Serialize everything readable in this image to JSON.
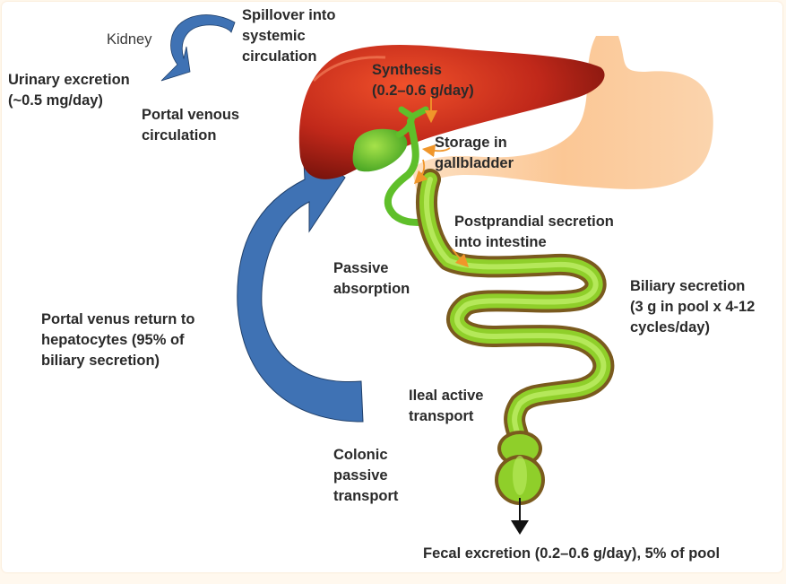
{
  "figure": {
    "title": "Bile acid enterohepatic circulation",
    "colors": {
      "liver": "#c0281a",
      "liver_dark": "#7a120c",
      "gallbladder": "#5fbf2a",
      "intestine": "#8fcf2a",
      "intestine_edge": "#7a5a1e",
      "stomach": "#fbc795",
      "arrow_blue": "#3f72b4",
      "arrow_orange": "#f0962a",
      "text": "#2a2a2a"
    },
    "labels": {
      "kidney": "Kidney",
      "spillover": "Spillover into\nsystemic\ncirculation",
      "urinary": "Urinary excretion\n(~0.5 mg/day)",
      "portal_venous": "Portal venous\ncirculation",
      "synthesis": "Synthesis\n(0.2–0.6 g/day)",
      "storage": "Storage in\ngallbladder",
      "postprandial": "Postprandial secretion\ninto intestine",
      "passive_absorption": "Passive\nabsorption",
      "biliary_secretion": "Biliary secretion\n(3 g in pool x 4-12\ncycles/day)",
      "portal_return": "Portal venus return to\nhepatocytes (95% of\nbiliary secretion)",
      "ileal": "Ileal active\ntransport",
      "colonic": "Colonic\npassive\ntransport",
      "fecal": "Fecal excretion (0.2–0.6 g/day), 5% of pool"
    }
  }
}
